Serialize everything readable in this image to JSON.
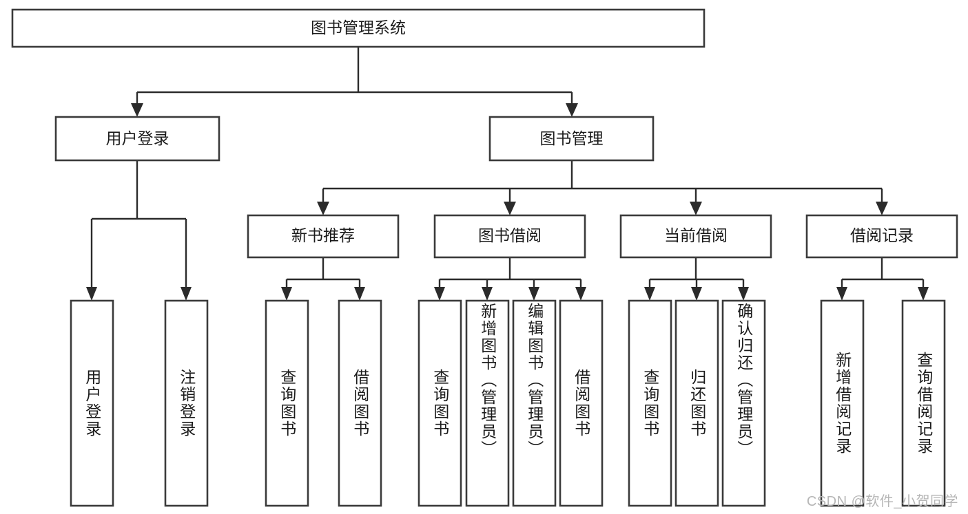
{
  "diagram": {
    "type": "tree-hierarchy-flowchart",
    "title": "图书管理系统",
    "background_color": "#ffffff",
    "box_stroke_color": "#3a3a3a",
    "connector_color": "#2b2b2b",
    "text_color": "#1b1b1b"
  },
  "root": {
    "label": "图书管理系统"
  },
  "level2": [
    {
      "label": "用户登录"
    },
    {
      "label": "图书管理"
    }
  ],
  "level3": [
    {
      "label": "新书推荐"
    },
    {
      "label": "图书借阅"
    },
    {
      "label": "当前借阅"
    },
    {
      "label": "借阅记录"
    }
  ],
  "leaves": {
    "user_login": [
      {
        "label": "用户登录"
      },
      {
        "label": "注销登录"
      }
    ],
    "new_book_recommend": [
      {
        "label": "查询图书"
      },
      {
        "label": "借阅图书"
      }
    ],
    "book_borrow": [
      {
        "label": "查询图书"
      },
      {
        "label": "新增图书（管理员）"
      },
      {
        "label": "编辑图书（管理员）"
      },
      {
        "label": "借阅图书"
      }
    ],
    "current_borrow": [
      {
        "label": "查询图书"
      },
      {
        "label": "归还图书"
      },
      {
        "label": "确认归还（管理员）"
      }
    ],
    "borrow_record": [
      {
        "label": "新增借阅记录"
      },
      {
        "label": "查询借阅记录"
      }
    ]
  },
  "watermark": {
    "text": "CSDN @软件_小贺同学"
  }
}
